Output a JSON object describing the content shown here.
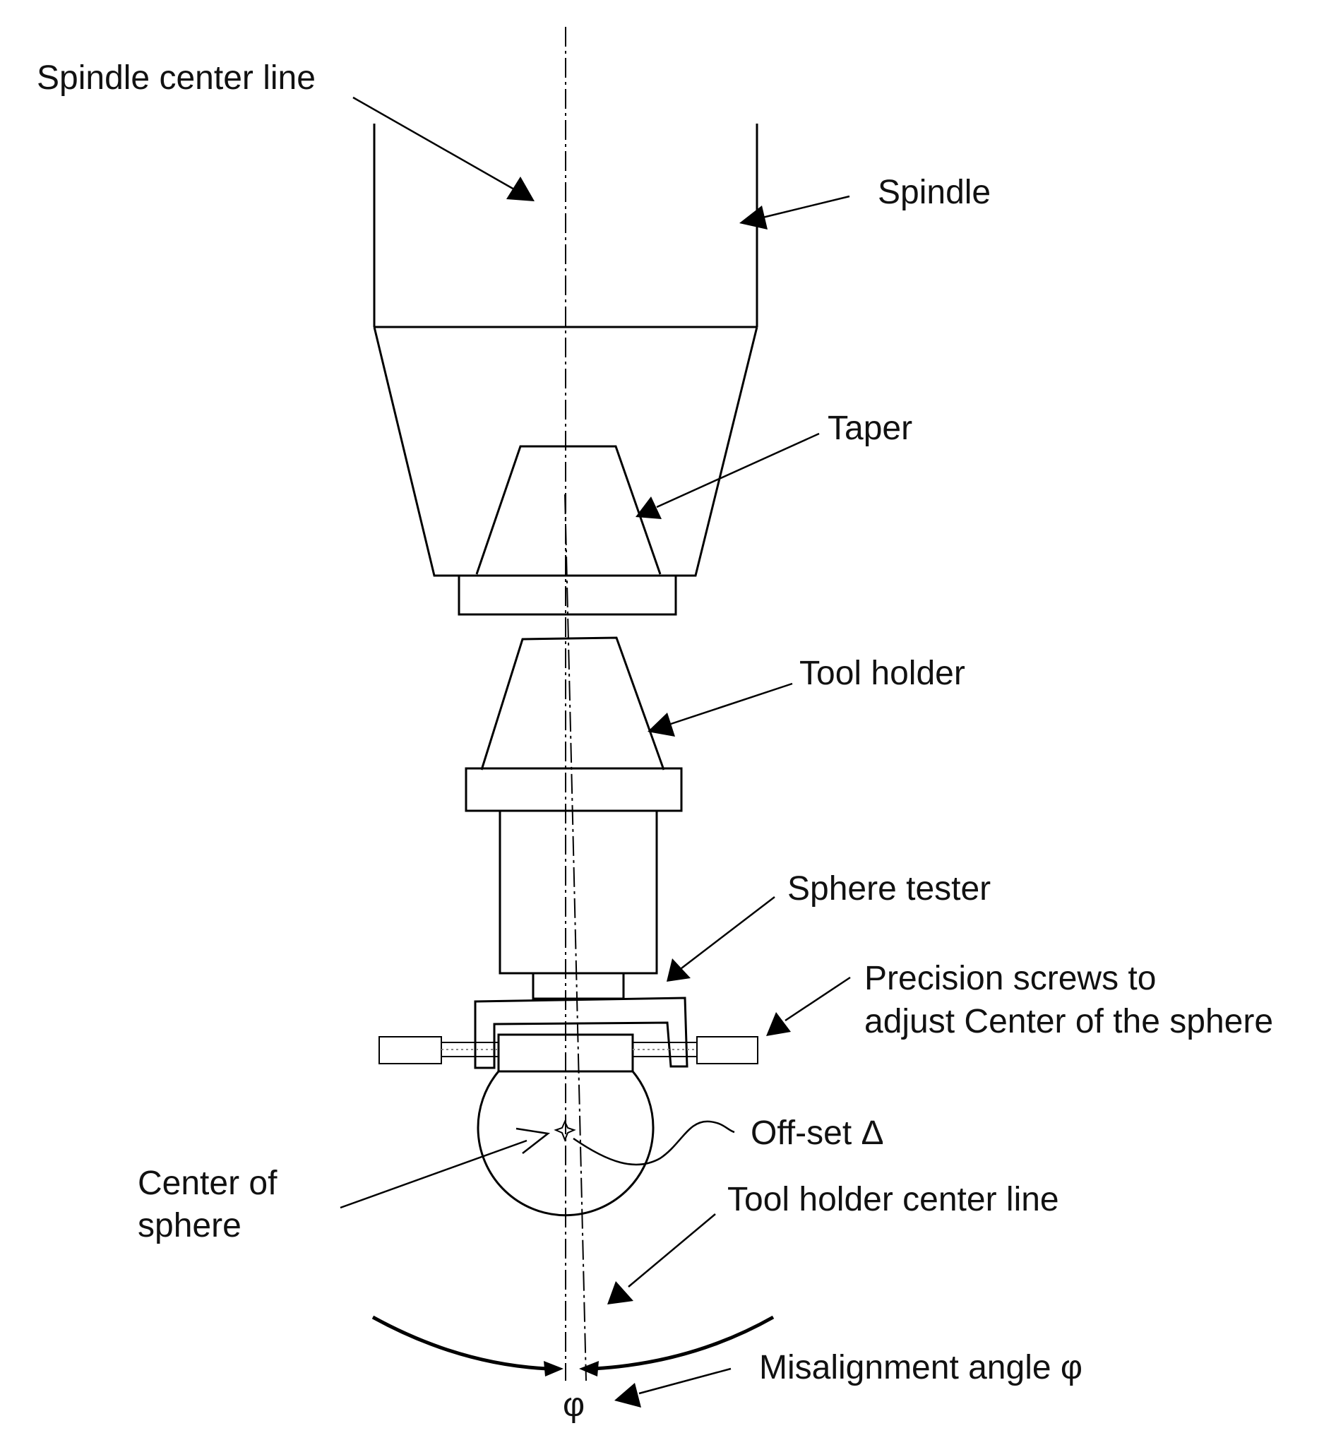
{
  "labels": {
    "spindle_center_line": "Spindle center line",
    "spindle": "Spindle",
    "taper": "Taper",
    "tool_holder": "Tool holder",
    "sphere_tester": "Sphere tester",
    "precision_screws_line1": "Precision screws to",
    "precision_screws_line2": "adjust Center of the sphere",
    "offset": "Off-set Δ",
    "center_of_sphere_line1": "Center of",
    "center_of_sphere_line2": "sphere",
    "tool_holder_center_line": "Tool holder center line",
    "misalignment_angle": "Misalignment angle φ",
    "phi": "φ"
  },
  "colors": {
    "stroke": "#000000",
    "text": "#111111",
    "background": "#ffffff"
  }
}
